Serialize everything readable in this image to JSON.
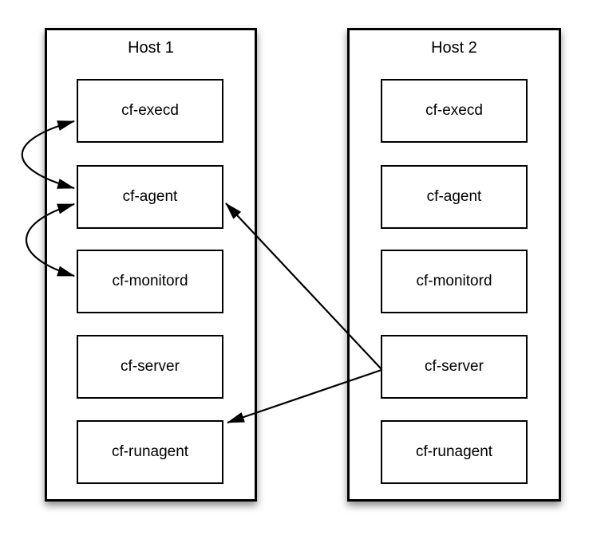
{
  "canvas": {
    "width": "743",
    "height": "681",
    "background": "#ffffff"
  },
  "colors": {
    "stroke": "#000000",
    "node_fill": "#ffffff",
    "host_fill": "#ffffff",
    "shadow": "rgba(0,0,0,0.45)"
  },
  "hosts": [
    {
      "title": "Host 1",
      "components": [
        "cf-execd",
        "cf-agent",
        "cf-monitord",
        "cf-server",
        "cf-runagent"
      ]
    },
    {
      "title": "Host 2",
      "components": [
        "cf-execd",
        "cf-agent",
        "cf-monitord",
        "cf-server",
        "cf-runagent"
      ]
    }
  ],
  "edges": [
    {
      "from": "Host 1 / cf-execd",
      "to": "Host 1 / cf-agent",
      "style": "curved-left-side",
      "arrowheads": "both"
    },
    {
      "from": "Host 1 / cf-agent",
      "to": "Host 1 / cf-monitord",
      "style": "curved-left-side",
      "arrowheads": "both"
    },
    {
      "from": "Host 2 / cf-server",
      "to": "Host 1 / cf-agent",
      "style": "straight",
      "arrowheads": "end"
    },
    {
      "from": "Host 2 / cf-server",
      "to": "Host 1 / cf-runagent",
      "style": "straight",
      "arrowheads": "end"
    }
  ]
}
